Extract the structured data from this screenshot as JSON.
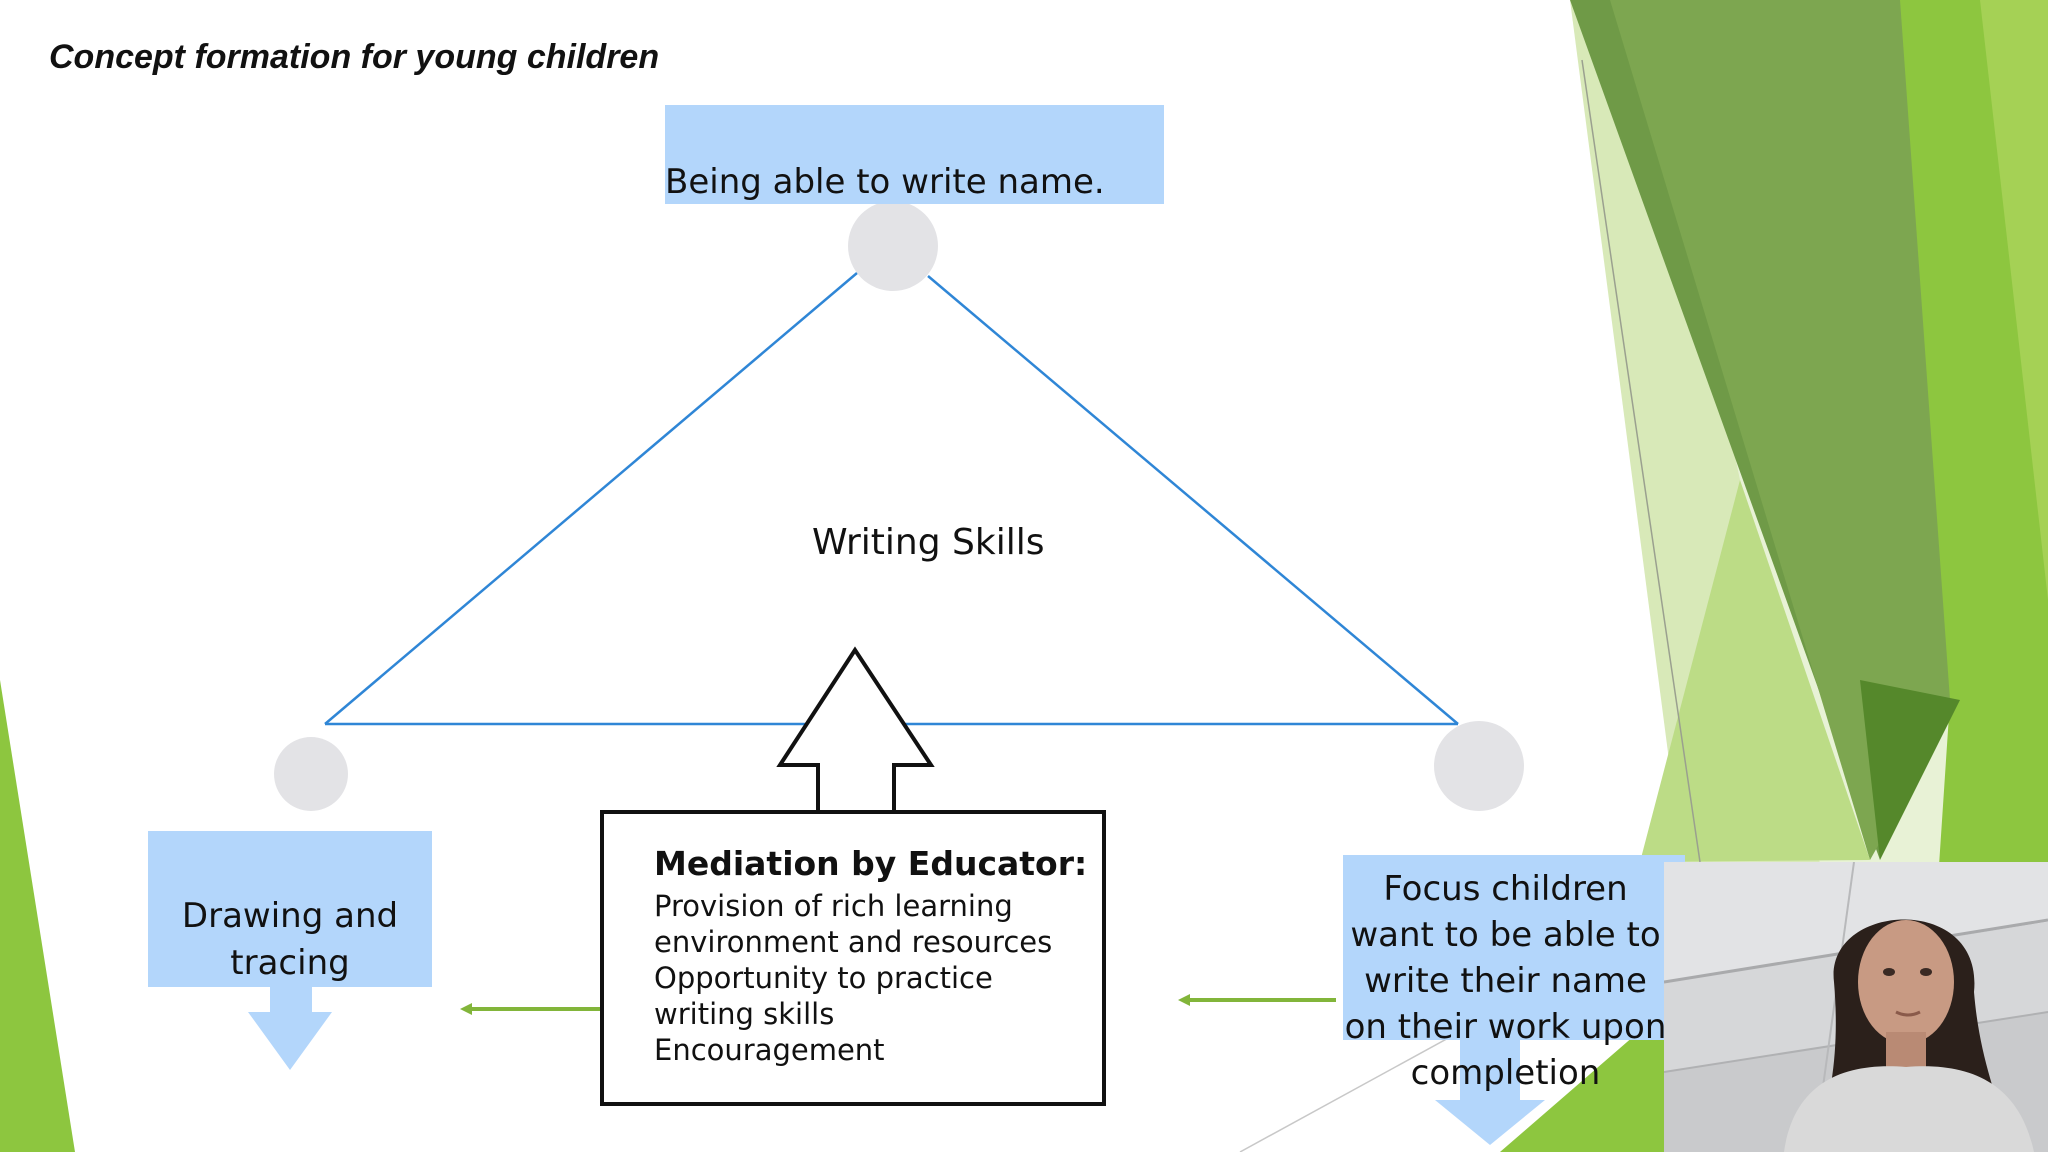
{
  "slide": {
    "title": "Concept formation for young children",
    "top_label": "Being able to write name.",
    "center_label": "Writing Skills",
    "left_label": "Drawing and tracing",
    "right_label": "Focus children want to be able to write their name on their work upon completion",
    "mediation": {
      "title": "Mediation by Educator:",
      "items": [
        "Provision of rich learning",
        "environment and resources",
        "Opportunity to practice",
        "writing skills",
        "Encouragement"
      ]
    }
  },
  "colors": {
    "label_box": "#b3d6fb",
    "triangle_line": "#2f86d6",
    "node_circle": "#e3e3e6",
    "green_arrow": "#82b53a",
    "accent_green_dark": "#6f9a47",
    "accent_green_light": "#8dc63f"
  }
}
